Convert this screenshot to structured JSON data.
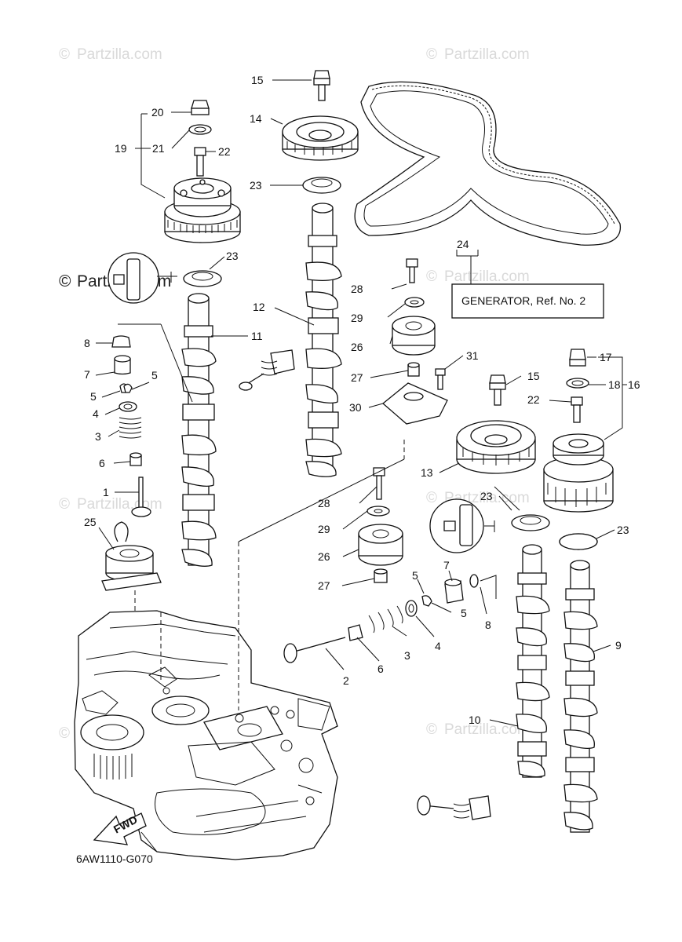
{
  "diagram_code": "6AW1110-G070",
  "watermark": "Partzilla.com",
  "watermark_symbol": "©",
  "generator_note": "GENERATOR,  Ref. No. 2",
  "fwd_label": "FWD",
  "callouts": [
    {
      "id": "c-15a",
      "text": "15"
    },
    {
      "id": "c-14",
      "text": "14"
    },
    {
      "id": "c-23a",
      "text": "23"
    },
    {
      "id": "c-20",
      "text": "20"
    },
    {
      "id": "c-19",
      "text": "19"
    },
    {
      "id": "c-21",
      "text": "21"
    },
    {
      "id": "c-22a",
      "text": "22"
    },
    {
      "id": "c-23b",
      "text": "23"
    },
    {
      "id": "c-24",
      "text": "24"
    },
    {
      "id": "c-28a",
      "text": "28"
    },
    {
      "id": "c-29a",
      "text": "29"
    },
    {
      "id": "c-12",
      "text": "12"
    },
    {
      "id": "c-11",
      "text": "11"
    },
    {
      "id": "c-8a",
      "text": "8"
    },
    {
      "id": "c-26a",
      "text": "26"
    },
    {
      "id": "c-7a",
      "text": "7"
    },
    {
      "id": "c-5a",
      "text": "5"
    },
    {
      "id": "c-5b",
      "text": "5"
    },
    {
      "id": "c-31",
      "text": "31"
    },
    {
      "id": "c-27a",
      "text": "27"
    },
    {
      "id": "c-17",
      "text": "17"
    },
    {
      "id": "c-15b",
      "text": "15"
    },
    {
      "id": "c-18",
      "text": "18"
    },
    {
      "id": "c-16",
      "text": "16"
    },
    {
      "id": "c-4a",
      "text": "4"
    },
    {
      "id": "c-30",
      "text": "30"
    },
    {
      "id": "c-22b",
      "text": "22"
    },
    {
      "id": "c-3a",
      "text": "3"
    },
    {
      "id": "c-6a",
      "text": "6"
    },
    {
      "id": "c-13",
      "text": "13"
    },
    {
      "id": "c-1",
      "text": "1"
    },
    {
      "id": "c-28b",
      "text": "28"
    },
    {
      "id": "c-23c",
      "text": "23"
    },
    {
      "id": "c-25",
      "text": "25"
    },
    {
      "id": "c-29b",
      "text": "29"
    },
    {
      "id": "c-23d",
      "text": "23"
    },
    {
      "id": "c-26b",
      "text": "26"
    },
    {
      "id": "c-7b",
      "text": "7"
    },
    {
      "id": "c-5c",
      "text": "5"
    },
    {
      "id": "c-27b",
      "text": "27"
    },
    {
      "id": "c-5d",
      "text": "5"
    },
    {
      "id": "c-8b",
      "text": "8"
    },
    {
      "id": "c-4b",
      "text": "4"
    },
    {
      "id": "c-3b",
      "text": "3"
    },
    {
      "id": "c-9",
      "text": "9"
    },
    {
      "id": "c-6b",
      "text": "6"
    },
    {
      "id": "c-2",
      "text": "2"
    },
    {
      "id": "c-10",
      "text": "10"
    }
  ]
}
